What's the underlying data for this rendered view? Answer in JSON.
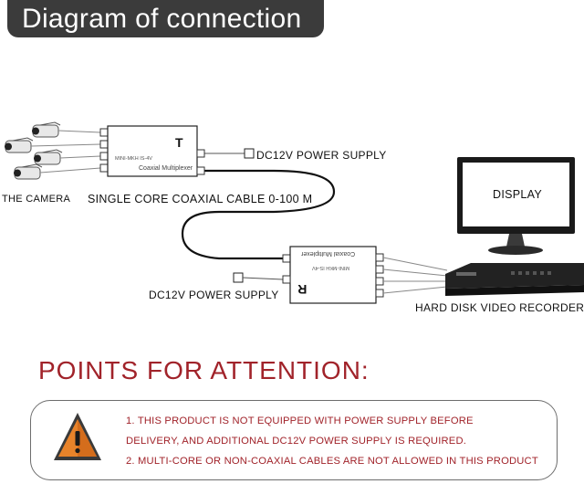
{
  "header": {
    "title": "Diagram of connection"
  },
  "diagram": {
    "camera_label": "THE CAMERA",
    "cable_label": "SINGLE CORE COAXIAL CABLE 0-100 M",
    "power_top_label": "DC12V POWER SUPPLY",
    "power_bottom_label": "DC12V POWER SUPPLY",
    "display_label": "DISPLAY",
    "dvr_label": "HARD DISK VIDEO RECORDER",
    "transmitter_mark": "T",
    "receiver_mark": "R",
    "device_name": "Coaxial Multiplexer",
    "device_model": "MINI-MKH IS-4V"
  },
  "attention": {
    "title": "POINTS FOR ATTENTION:",
    "note1_line1": "1. THIS PRODUCT IS NOT EQUIPPED WITH POWER SUPPLY BEFORE",
    "note1_line2": "DELIVERY, AND ADDITIONAL DC12V POWER SUPPLY IS REQUIRED.",
    "note2": "2. MULTI-CORE OR NON-COAXIAL CABLES ARE NOT ALLOWED IN THIS PRODUCT",
    "warning_icon": "warning-triangle-icon",
    "accent_color": "#a1232a"
  }
}
